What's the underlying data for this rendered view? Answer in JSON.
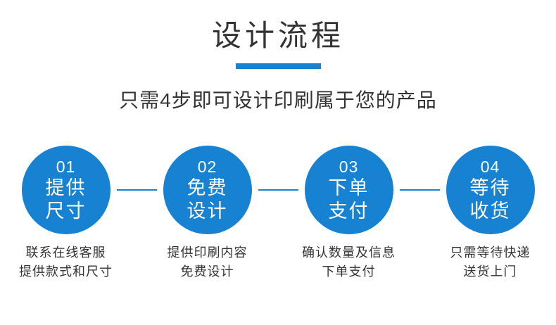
{
  "page": {
    "background": "#ffffff",
    "accent_color": "#1781d2",
    "text_color": "#333333"
  },
  "header": {
    "title": "设计流程",
    "subtitle": "只需4步即可设计印刷属于您的产品"
  },
  "steps": [
    {
      "number": "01",
      "label_line1": "提供",
      "label_line2": "尺寸",
      "caption_line1": "联系在线客服",
      "caption_line2": "提供款式和尺寸"
    },
    {
      "number": "02",
      "label_line1": "免费",
      "label_line2": "设计",
      "caption_line1": "提供印刷内容",
      "caption_line2": "免费设计"
    },
    {
      "number": "03",
      "label_line1": "下单",
      "label_line2": "支付",
      "caption_line1": "确认数量及信息",
      "caption_line2": "下单支付"
    },
    {
      "number": "04",
      "label_line1": "等待",
      "label_line2": "收货",
      "caption_line1": "只需等待快递",
      "caption_line2": "送货上门"
    }
  ]
}
